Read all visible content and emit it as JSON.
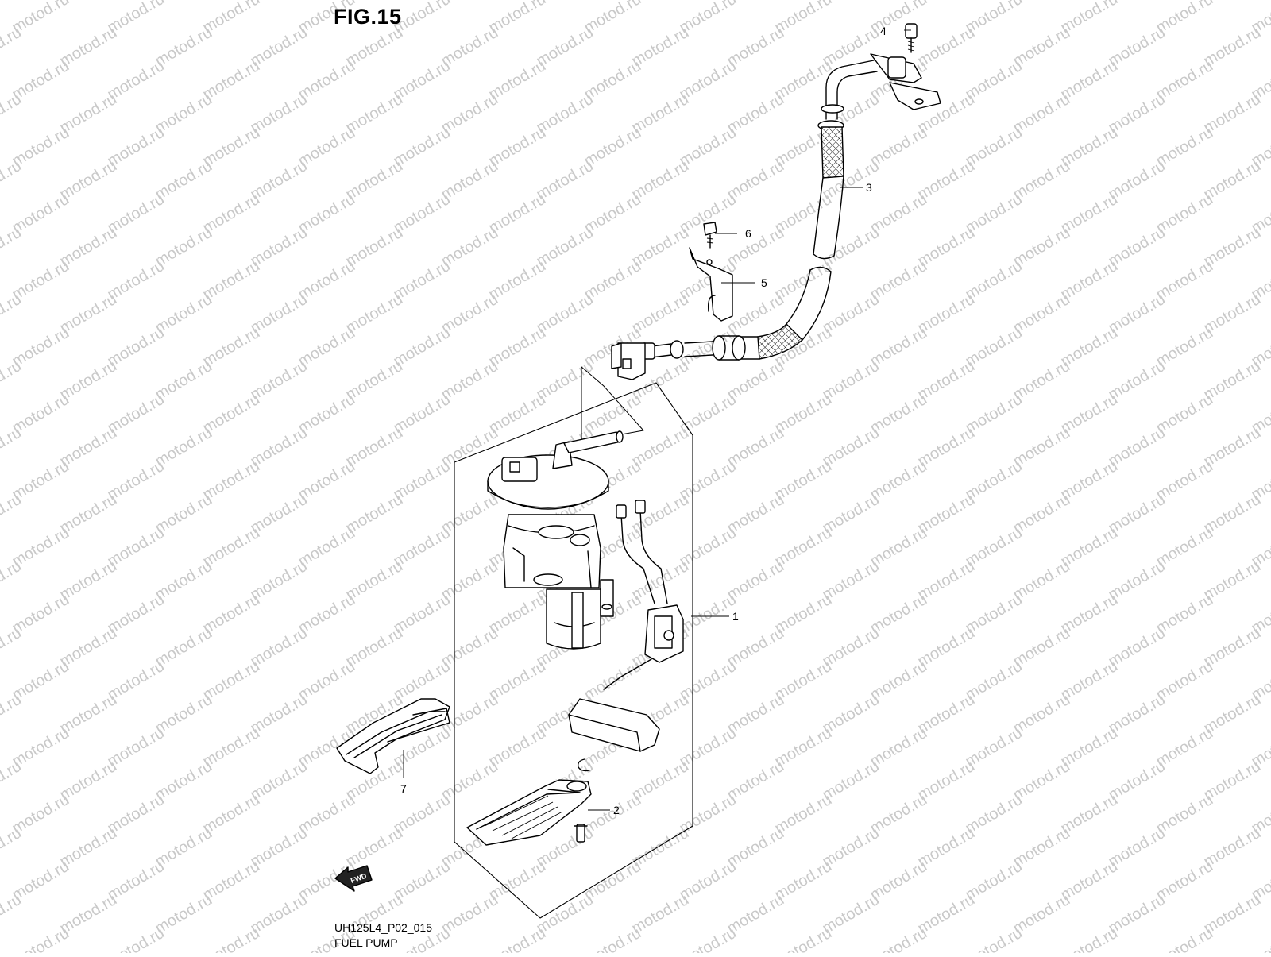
{
  "figure": {
    "title": "FIG.15",
    "drawing_code": "UH125L4_P02_015",
    "caption": "FUEL PUMP"
  },
  "watermark": {
    "text": "motod.ru",
    "color": "#c9c9c9"
  },
  "callouts": [
    {
      "number": "1"
    },
    {
      "number": "2"
    },
    {
      "number": "3"
    },
    {
      "number": "4"
    },
    {
      "number": "5"
    },
    {
      "number": "6"
    },
    {
      "number": "7"
    }
  ],
  "direction_arrow": {
    "label": "FWD"
  }
}
